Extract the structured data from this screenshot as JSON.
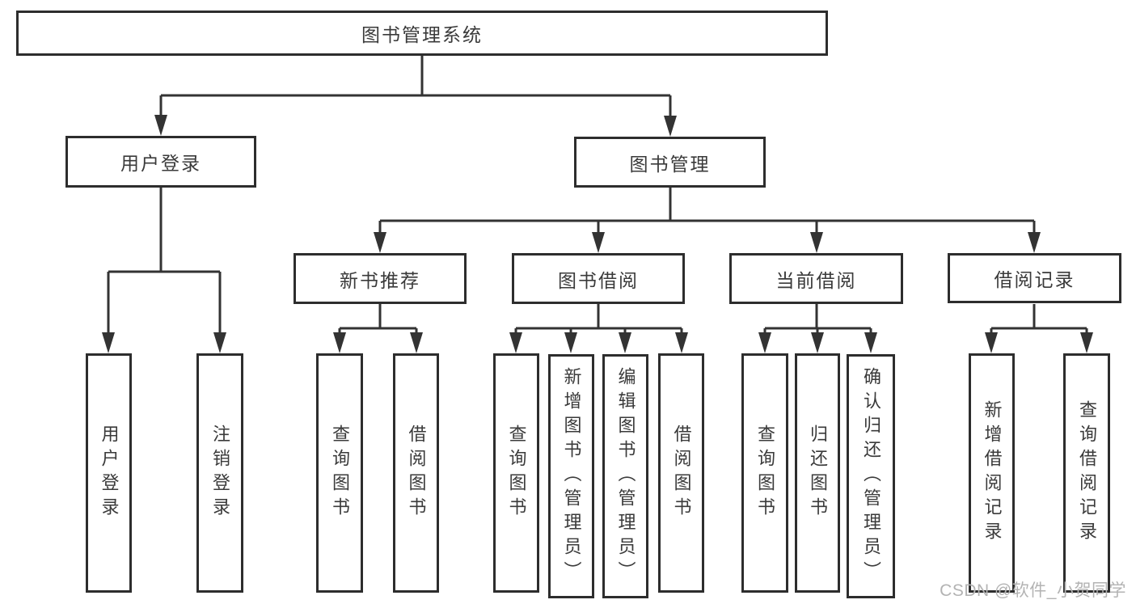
{
  "page": {
    "watermark": "CSDN @软件_小贺同学"
  },
  "palette": {
    "line": "#333333",
    "box_border": "#2d2d2d",
    "text": "#3a3a3a",
    "background": "#ffffff",
    "watermark": "#b3b3b3"
  },
  "tree": {
    "root": {
      "label": "图书管理系统"
    },
    "branches": [
      {
        "label": "用户登录",
        "children": [
          {
            "label": "用户登录"
          },
          {
            "label": "注销登录"
          }
        ]
      },
      {
        "label": "图书管理",
        "children": [
          {
            "label": "新书推荐",
            "children": [
              {
                "label": "查询图书"
              },
              {
                "label": "借阅图书"
              }
            ]
          },
          {
            "label": "图书借阅",
            "children": [
              {
                "label": "查询图书"
              },
              {
                "label": "新增图书（管理员）"
              },
              {
                "label": "编辑图书（管理员）"
              },
              {
                "label": "借阅图书"
              }
            ]
          },
          {
            "label": "当前借阅",
            "children": [
              {
                "label": "查询图书"
              },
              {
                "label": "归还图书"
              },
              {
                "label": "确认归还（管理员）"
              }
            ]
          },
          {
            "label": "借阅记录",
            "children": [
              {
                "label": "新增借阅记录"
              },
              {
                "label": "查询借阅记录"
              }
            ]
          }
        ]
      }
    ]
  }
}
